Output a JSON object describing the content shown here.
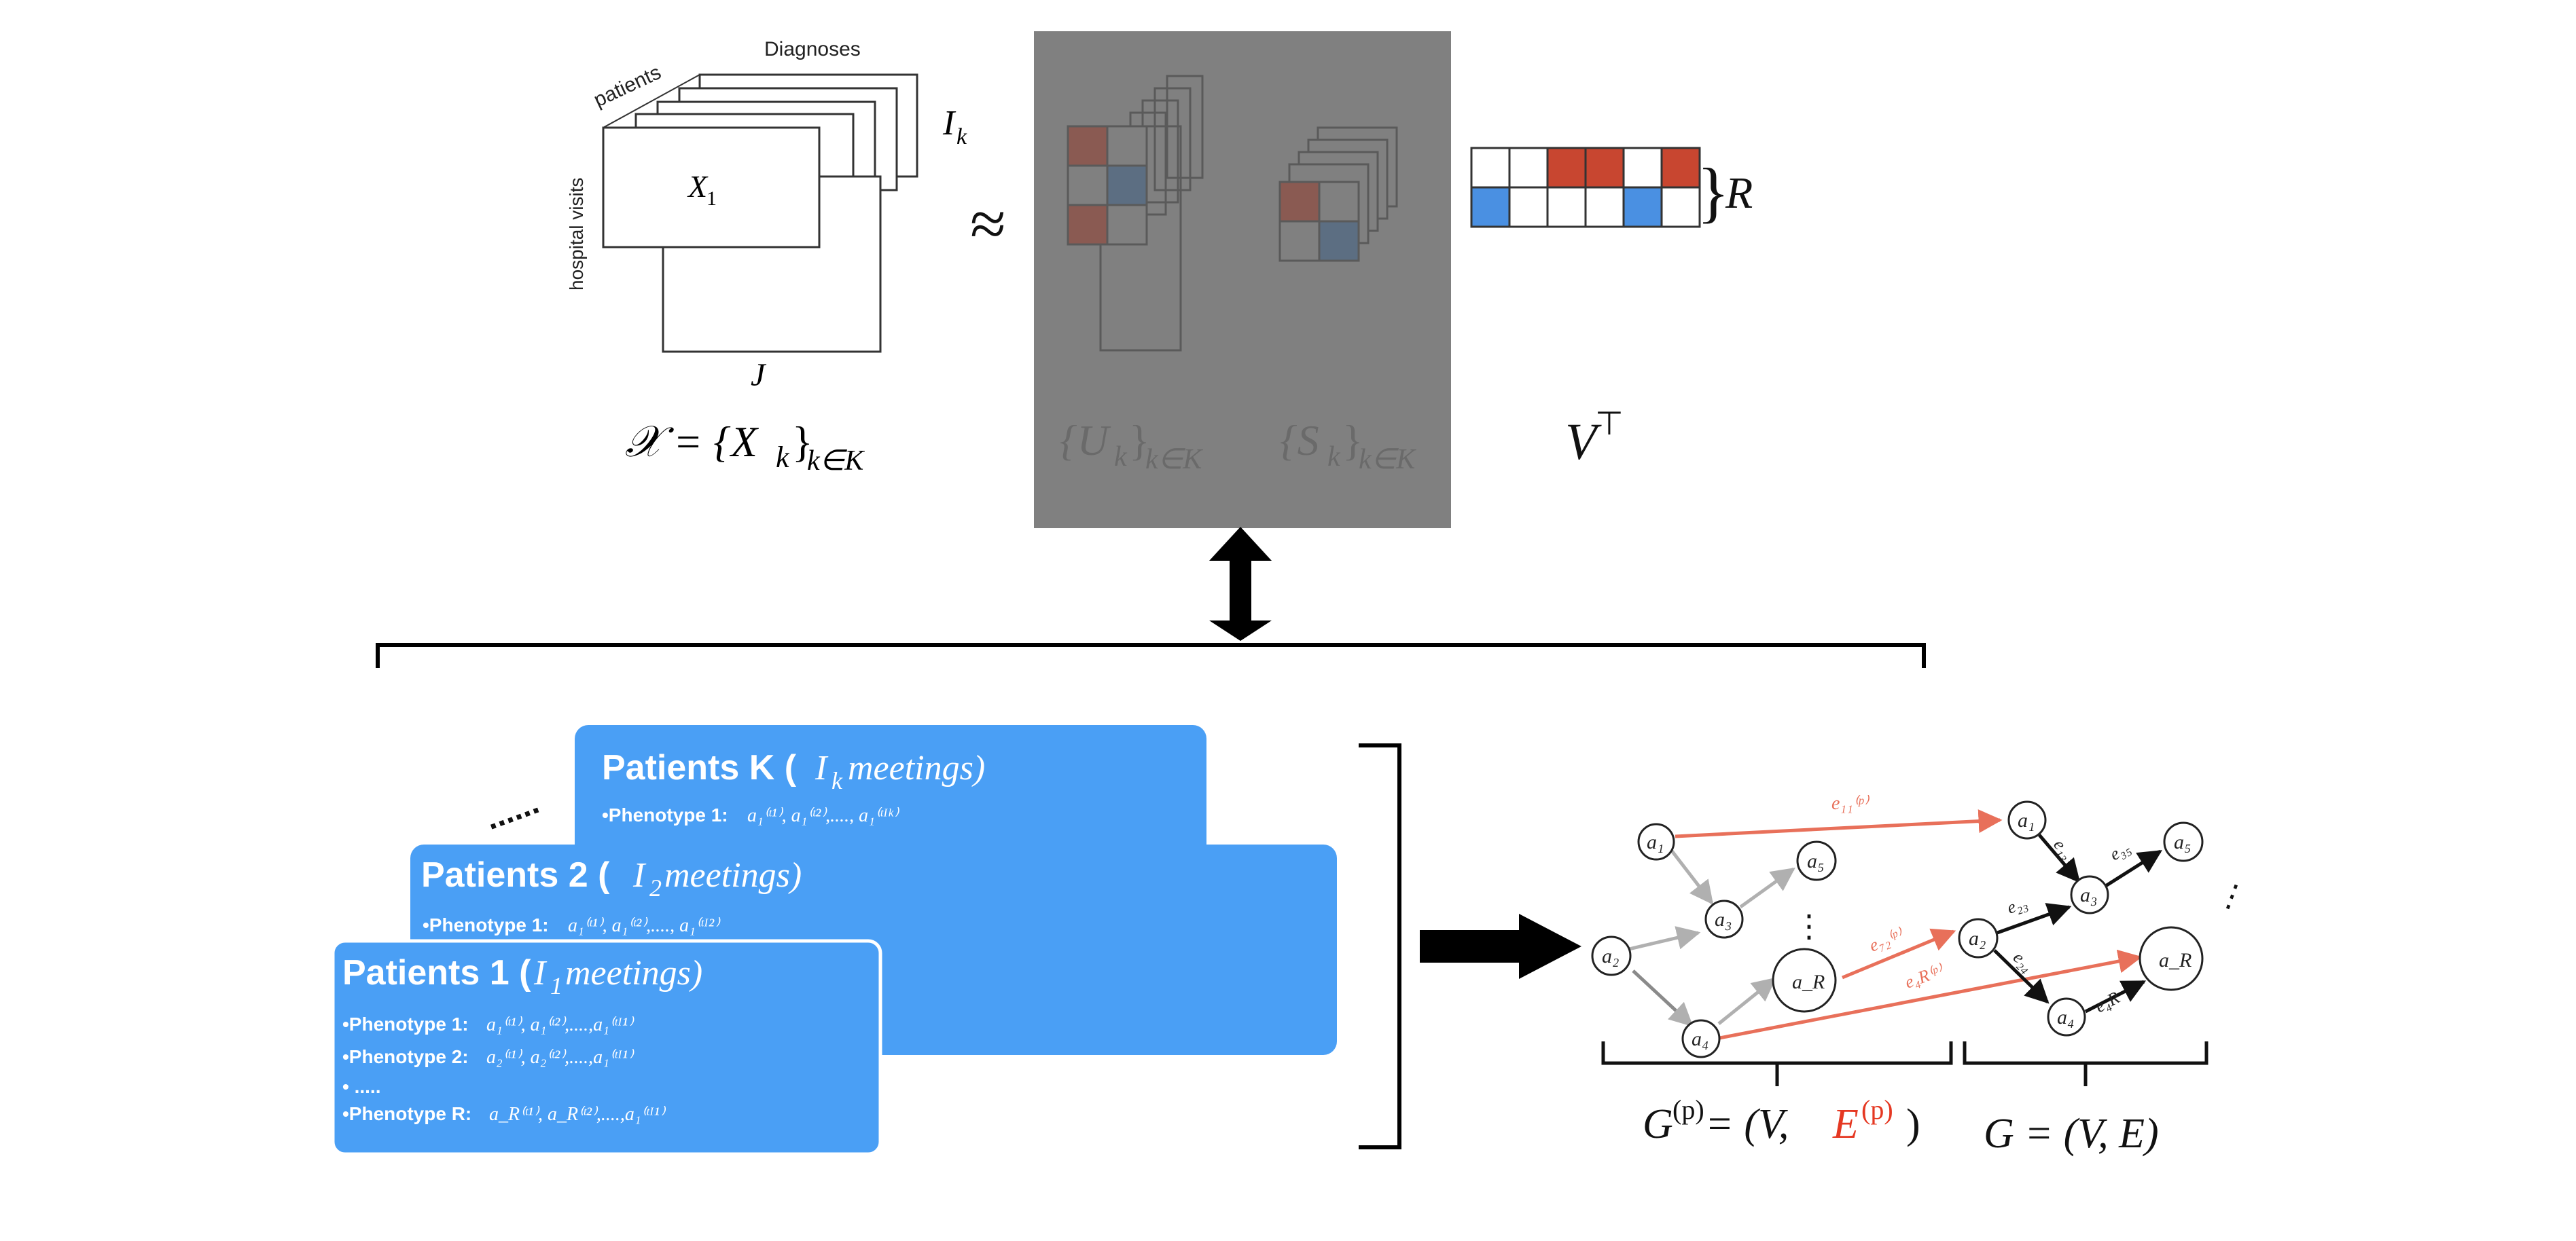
{
  "tensor": {
    "axis_diagnoses": "Diagnoses",
    "axis_patients": "patients",
    "axis_visits": "hospital visits",
    "slice_label": "X",
    "slice_sub": "1",
    "ik_label": "I",
    "ik_sub": "k",
    "j_label": "J",
    "formula_lhs": "𝒳 = {X",
    "formula_k": "k",
    "formula_close": "}",
    "formula_sub": "k∈K"
  },
  "approx_symbol": "≈",
  "factors": {
    "u_label": "{U",
    "u_k": "k",
    "u_close": "}",
    "u_sub": "k∈K",
    "s_label": "{S",
    "s_k": "k",
    "s_close": "}",
    "s_sub": "k∈K",
    "v_label": "V",
    "v_sup": "⊤",
    "r_brace": "}",
    "r_label": "R"
  },
  "colors": {
    "red": "#c84630",
    "blue": "#4a90e2",
    "card": "#4a9ff5",
    "gray_panel": "#808080",
    "red_edge": "#e8705a"
  },
  "cards": {
    "k": {
      "title": "Patients K (",
      "title_math": "I",
      "title_sub": "k",
      "title_tail": " meetings)",
      "line1": "•Phenotype 1: ",
      "line1_math": "a₁⁽ᵗ¹⁾, a₁⁽ᵗ²⁾,...., a₁⁽ᵗᴵᵏ⁾"
    },
    "two": {
      "title": "Patients 2 (",
      "title_math": "I",
      "title_sub": "2",
      "title_tail": " meetings)",
      "line1": "•Phenotype 1: ",
      "line1_math": "a₁⁽ᵗ¹⁾, a₁⁽ᵗ²⁾,...., a₁⁽ᵗᴵ²⁾"
    },
    "one": {
      "title": "Patients 1 (",
      "title_math": "I",
      "title_sub": "1",
      "title_tail": " meetings)",
      "line1": "•Phenotype 1: ",
      "line1_math": "a₁⁽ᵗ¹⁾, a₁⁽ᵗ²⁾,....,a₁⁽ᵗᴵ¹⁾",
      "line2": "•Phenotype 2: ",
      "line2_math": "a₂⁽ᵗ¹⁾, a₂⁽ᵗ²⁾,....,a₁⁽ᵗᴵ¹⁾",
      "line3": "• .....",
      "line4": "•Phenotype R: ",
      "line4_math": "a_R⁽ᵗ¹⁾, a_R⁽ᵗ²⁾,....,a₁⁽ᵗᴵ¹⁾"
    },
    "ellipsis": "......"
  },
  "graph_p": {
    "nodes": [
      "a₁",
      "a₅",
      "a₃",
      "a₂",
      "a_R",
      "a₄"
    ],
    "edge_e11": "e₁₁⁽ᵖ⁾",
    "edge_e72": "e₇₂⁽ᵖ⁾",
    "edge_e4r": "e₄R⁽ᵖ⁾",
    "ellipsis": "⋮",
    "caption_g": "G",
    "caption_sup": "(p)",
    "caption_eq": " = (V, ",
    "caption_e": "E",
    "caption_e_sup": "(p)",
    "caption_close": ")"
  },
  "graph_g": {
    "nodes": [
      "a₁",
      "a₅",
      "a₃",
      "a₂",
      "a_R",
      "a₄"
    ],
    "edge_e13": "e₁₃",
    "edge_e35": "e₃₅",
    "edge_e23": "e₂₃",
    "edge_e24": "e₂₄",
    "edge_e4r": "e₄R",
    "ellipsis": "⋮",
    "caption": "G = (V, E)"
  }
}
